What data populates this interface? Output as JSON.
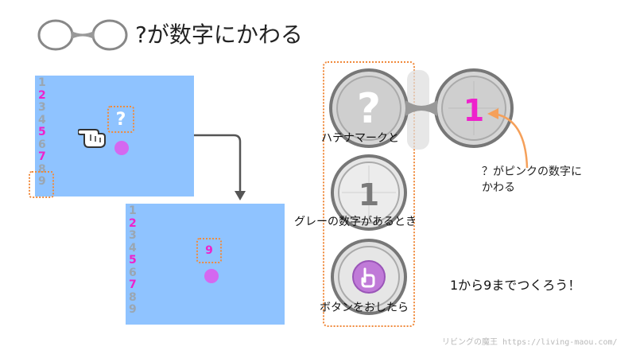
{
  "title": {
    "text": "?が数字にかわる",
    "icon": "goggles-icon"
  },
  "panel_before": {
    "numbers": [
      "1",
      "2",
      "3",
      "4",
      "5",
      "6",
      "7",
      "8",
      "9"
    ],
    "highlighted": [
      "2",
      "5",
      "7"
    ],
    "question_mark": "?",
    "cursor_icon": "pointing-hand-icon"
  },
  "panel_after": {
    "numbers": [
      "1",
      "2",
      "3",
      "4",
      "5",
      "6",
      "7",
      "8",
      "9"
    ],
    "highlighted": [
      "2",
      "5",
      "7"
    ],
    "result_value": "9"
  },
  "right_column": {
    "item1_label": "ハテナマークと",
    "item2_label": "グレーの数字があるとき",
    "item3_label": "ボタンをおしたら",
    "pink_digit": "1",
    "gray_digit": "1"
  },
  "callout": {
    "line1": "？がピンクの数字に",
    "line2": "かわる"
  },
  "cta": "1から9までつくろう！",
  "credit": "リビングの魔王 https://living-maou.com/",
  "colors": {
    "panel": "#8fc3ff",
    "pink": "#ee22cc",
    "orange": "#f08a3c",
    "gray": "#9aa6b2",
    "dot": "#d468f0"
  }
}
